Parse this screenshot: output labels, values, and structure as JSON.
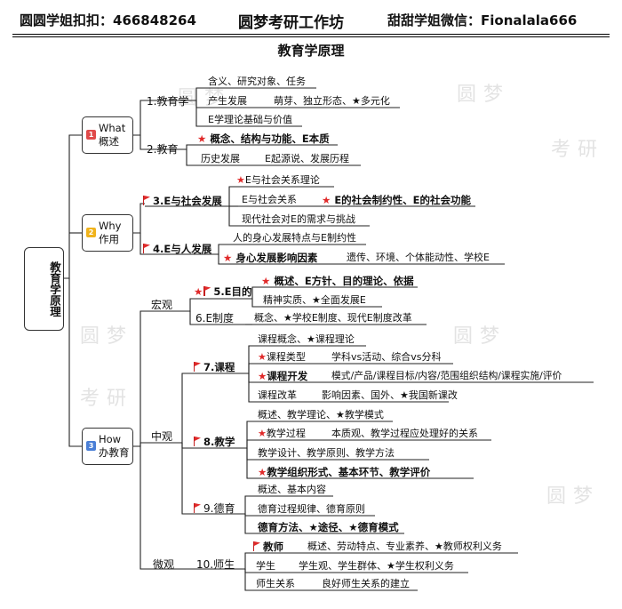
{
  "header": {
    "left": "圆圆学姐扣扣：466848264",
    "center": "圆梦考研工作坊",
    "right": "甜甜学姐微信：Fionalala666"
  },
  "title": "教育学原理",
  "watermark": [
    "圆梦",
    "考研"
  ],
  "colors": {
    "red": "#e02a2a",
    "what": "#e04a4a",
    "why": "#f0b31c",
    "how": "#4a7fd6"
  },
  "root": "教育学原理",
  "branches": {
    "what": {
      "num": "1",
      "label": "What 概述"
    },
    "why": {
      "num": "2",
      "label": "Why 作用"
    },
    "how": {
      "num": "3",
      "label": "How 办教育"
    }
  },
  "nodes": {
    "n1": "1.教育学",
    "n1a": "含义、研究对象、任务",
    "n1b": "产生发展",
    "n1b2": "萌芽、独立形态、★多元化",
    "n1c": "E学理论基础与价值",
    "n2": "2.教育",
    "n2a": "概念、结构与功能、E本质",
    "n2b": "历史发展",
    "n2b2": "E起源说、发展历程",
    "n3": "3.E与社会发展",
    "n3a": "E与社会关系理论",
    "n3b": "E与社会关系",
    "n3b2": "E的社会制约性、E的社会功能",
    "n3c": "现代社会对E的需求与挑战",
    "n4": "4.E与人发展",
    "n4a": "人的身心发展特点与E制约性",
    "n4b": "身心发展影响因素",
    "n4b2": "遗传、环境、个体能动性、学校E",
    "macro": "宏观",
    "n5": "5.E目的",
    "n5a": "概述、E方针、目的理论、依据",
    "n5b": "精神实质、★全面发展E",
    "n6": "6.E制度",
    "n6a": "概念、★学校E制度、现代E制度改革",
    "meso": "中观",
    "n7": "7.课程",
    "n7a": "课程概念、★课程理论",
    "n7b": "课程类型",
    "n7b2": "学科vs活动、综合vs分科",
    "n7c": "课程开发",
    "n7c2": "模式/产品/课程目标/内容/范围组织结构/课程实施/评价",
    "n7d": "课程改革",
    "n7d2": "影响因素、国外、★我国新课改",
    "n8": "8.教学",
    "n8a": "概述、教学理论、★教学模式",
    "n8b": "教学过程",
    "n8b2": "本质观、教学过程应处理好的关系",
    "n8c": "教学设计、教学原则、教学方法",
    "n8d": "教学组织形式、基本环节、教学评价",
    "n9": "9.德育",
    "n9a": "概述、基本内容",
    "n9b": "德育过程规律、德育原则",
    "n9c": "德育方法、★途径、★德育模式",
    "micro": "微观",
    "n10": "10.师生",
    "n10a": "教师",
    "n10a2": "概述、劳动特点、专业素养、★教师权利义务",
    "n10b": "学生",
    "n10b2": "学生观、学生群体、★学生权利义务",
    "n10c": "师生关系",
    "n10c2": "良好师生关系的建立"
  }
}
